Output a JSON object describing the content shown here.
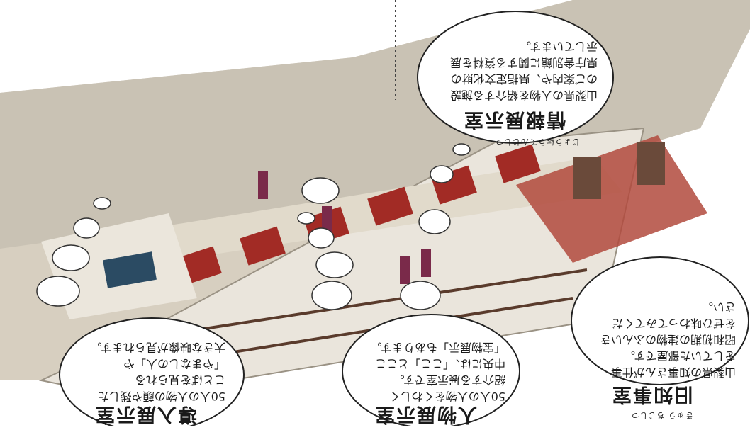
{
  "rooms": {
    "info": {
      "ruby": "じょうほうてんじしつ",
      "title": "情報展示室",
      "lines": [
        "山梨県の人物を紹介する施設",
        "のご案内や、県指定文化財の",
        "県庁舎別館に関する資料を展",
        "示しています。"
      ]
    },
    "governor": {
      "ruby": "きゅう ちじしつ",
      "title": "旧知事室",
      "lines": [
        "山梨県の知事さんが仕事",
        "をしていた部屋です。",
        "昭和初期の建物のふんいき",
        "をぜひ味わってみてくだ",
        "さい。"
      ]
    },
    "person": {
      "title": "人物展示室",
      "lines": [
        "50人の人物をくわしく",
        "紹介する展示室です。",
        "中央には、「ここ」とここ",
        "「宝物展示」もあります。"
      ]
    },
    "theater": {
      "title": "導入展示室",
      "lines": [
        "50人の人物の顔や残した",
        "ことばを見られる",
        "「やまなしの人」や",
        "大きな映像が見られます。"
      ]
    }
  },
  "colors": {
    "floor": "#cfc7b8",
    "carpet": "#9c2b24",
    "wall": "#e9e4da",
    "beam": "#5a3b2c"
  }
}
